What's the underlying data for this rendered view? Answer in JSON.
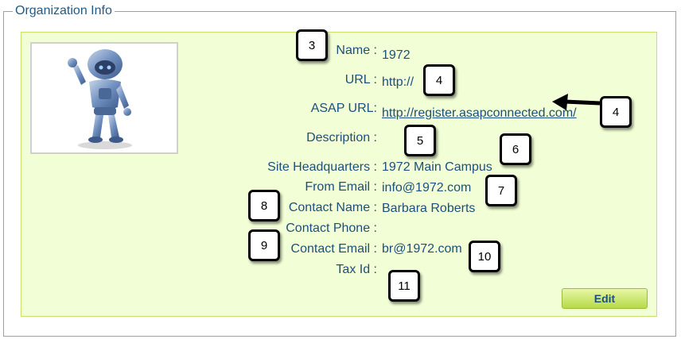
{
  "fieldset": {
    "legend": "Organization Info"
  },
  "fields": [
    {
      "label": "Name :",
      "value": "1972"
    },
    {
      "label": "URL :",
      "value": "http://"
    },
    {
      "label": "ASAP URL:",
      "value": "http://register.asapconnected.com/"
    },
    {
      "label": "Description :",
      "value": ""
    },
    {
      "label": "Site Headquarters :",
      "value": "1972 Main Campus"
    },
    {
      "label": "From Email :",
      "value": "info@1972.com"
    },
    {
      "label": "Contact Name :",
      "value": "Barbara Roberts"
    },
    {
      "label": "Contact Phone :",
      "value": ""
    },
    {
      "label": "Contact Email :",
      "value": "br@1972.com"
    },
    {
      "label": "Tax Id :",
      "value": ""
    }
  ],
  "callouts": [
    "3",
    "4",
    "4",
    "5",
    "6",
    "7",
    "8",
    "9",
    "10",
    "11"
  ],
  "actions": {
    "edit_label": "Edit"
  },
  "colors": {
    "panel_bg": "#f2ffd6",
    "text": "#1c4f7c",
    "button": "#b7da48"
  }
}
